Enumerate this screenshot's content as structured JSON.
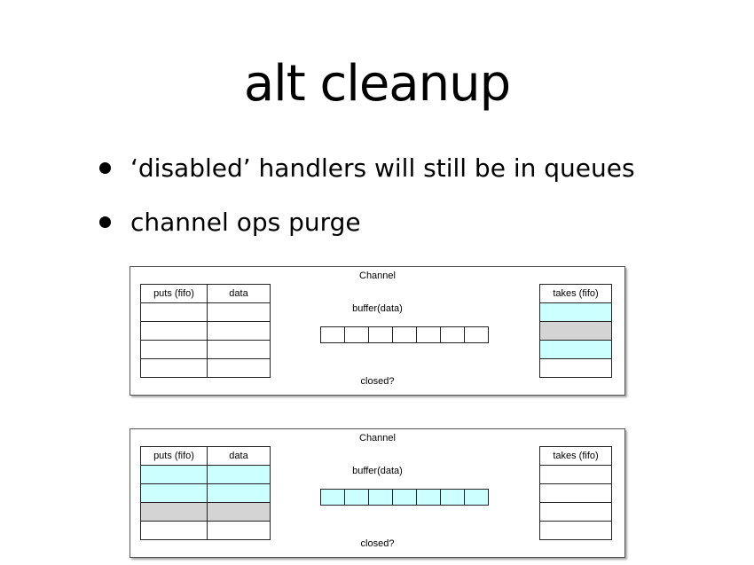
{
  "slide": {
    "title": "alt cleanup",
    "bullets": [
      "‘disabled’ handlers will still be in queues",
      "channel ops purge"
    ]
  },
  "colors": {
    "cyan": "#ccffff",
    "gray": "#d4d4d4"
  },
  "diagram_labels": {
    "channel": "Channel",
    "puts": "puts (fifo)",
    "data": "data",
    "takes": "takes (fifo)",
    "buffer": "buffer(data)",
    "closed": "closed?"
  },
  "channels": [
    {
      "puts_rows": [
        "none",
        "none",
        "none",
        "none"
      ],
      "takes_rows": [
        "cyan",
        "gray",
        "cyan",
        "none"
      ],
      "buffer_cells": [
        "none",
        "none",
        "none",
        "none",
        "none",
        "none",
        "none"
      ]
    },
    {
      "puts_rows": [
        "cyan",
        "cyan",
        "gray",
        "none"
      ],
      "takes_rows": [
        "none",
        "none",
        "none",
        "none"
      ],
      "buffer_cells": [
        "cyan",
        "cyan",
        "cyan",
        "cyan",
        "cyan",
        "cyan",
        "cyan"
      ]
    }
  ]
}
